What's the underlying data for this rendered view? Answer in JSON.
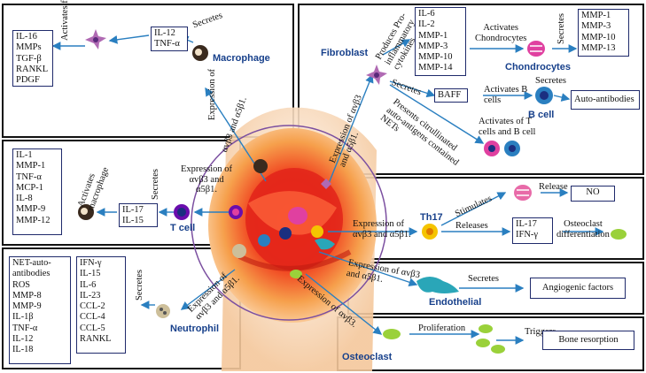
{
  "macrophage": {
    "name": "Macrophage",
    "activates_fibroblast": "Activates fibroblast",
    "secretes": "Secretes",
    "secreted_list": [
      "IL-12",
      "TNF-α"
    ],
    "fibroblast_products": [
      "IL-16",
      "MMPs",
      "TGF-β",
      "RANKL",
      "PDGF"
    ],
    "expression": [
      "Expression of",
      "αvβ3 and  α5β1."
    ]
  },
  "tcell": {
    "name": "T cell",
    "activates_macrophage": [
      "Activates",
      "macrophage"
    ],
    "secretes": "Secretes",
    "secreted_list": [
      "IL-17",
      "IL-15"
    ],
    "macrophage_products": [
      "IL-1",
      "MMP-1",
      "TNF-α",
      "MCP-1",
      "IL-8",
      "MMP-9",
      "MMP-12"
    ],
    "expression": [
      "Expression of",
      "αvβ3 and",
      "α5β1."
    ]
  },
  "neutrophil": {
    "name": "Neutrophil",
    "secretes": "Secretes",
    "list_a": [
      "NET-auto-",
      "antibodies",
      "ROS",
      "MMP-8",
      "MMP-9",
      "IL-1β",
      "TNF-α",
      "IL-12",
      "IL-18"
    ],
    "list_b": [
      "IFN-γ",
      "IL-15",
      "IL-6",
      "IL-23",
      "CCL-2",
      "CCL-4",
      "CCL-5",
      "RANKL"
    ],
    "expression": [
      "Expression of",
      "αvβ3 and α5β1."
    ]
  },
  "fibroblast": {
    "name": "Fibroblast",
    "produces": [
      "Produces Pro-",
      "inflammatory",
      "cytokines"
    ],
    "cytokines": [
      "IL-6",
      "IL-2",
      "MMP-1",
      "MMP-3",
      "MMP-10",
      "MMP-14"
    ],
    "activates_chondrocytes": "Activates",
    "activates_chondrocytes2": "Chondrocytes",
    "chondrocytes": "Chondrocytes",
    "chondro_secretes": "Secretes",
    "chondro_products": [
      "MMP-1",
      "MMP-3",
      "MMP-10",
      "MMP-13"
    ],
    "secretes": "Secretes",
    "baff": "BAFF",
    "activates_b": [
      "Activates B",
      "cells"
    ],
    "bcell": "B cell",
    "b_secretes": "Secretes",
    "auto_antibodies": "Auto-antibodies",
    "presents": [
      "Presents citrullinated",
      "auto-antigens contained",
      "NETs"
    ],
    "activates_tb": [
      "Activates of T",
      "cells and B cell"
    ],
    "expression": [
      "Expression of αvβ3",
      "and α5β1."
    ]
  },
  "th17": {
    "name": "Th17",
    "stimulates": "Stimulates",
    "release": "Release",
    "no": "NO",
    "releases": "Releases",
    "products": [
      "IL-17",
      "IFN-γ"
    ],
    "osteoclast_diff": [
      "Osteoclast",
      "differentiation"
    ],
    "expression": [
      "Expression of",
      "αvβ3 and α5β1."
    ]
  },
  "endothelial": {
    "name": "Endothelial",
    "secretes": "Secretes",
    "angiogenic": "Angiogenic factors",
    "expression": [
      "Expression of αvβ3",
      "and  α5β1."
    ]
  },
  "osteoclast": {
    "name": "Osteoclast",
    "proliferation": "Proliferation",
    "triggers": "Triggers",
    "bone_resorption": "Bone resorption",
    "expression": "Expression of αvβ3."
  },
  "colors": {
    "arrow": "#2a7fc0",
    "cell_label": "#17408b",
    "box_border": "#1f2a6b",
    "joint_red": "#e2231a",
    "joint_orange": "#f6a04c"
  }
}
